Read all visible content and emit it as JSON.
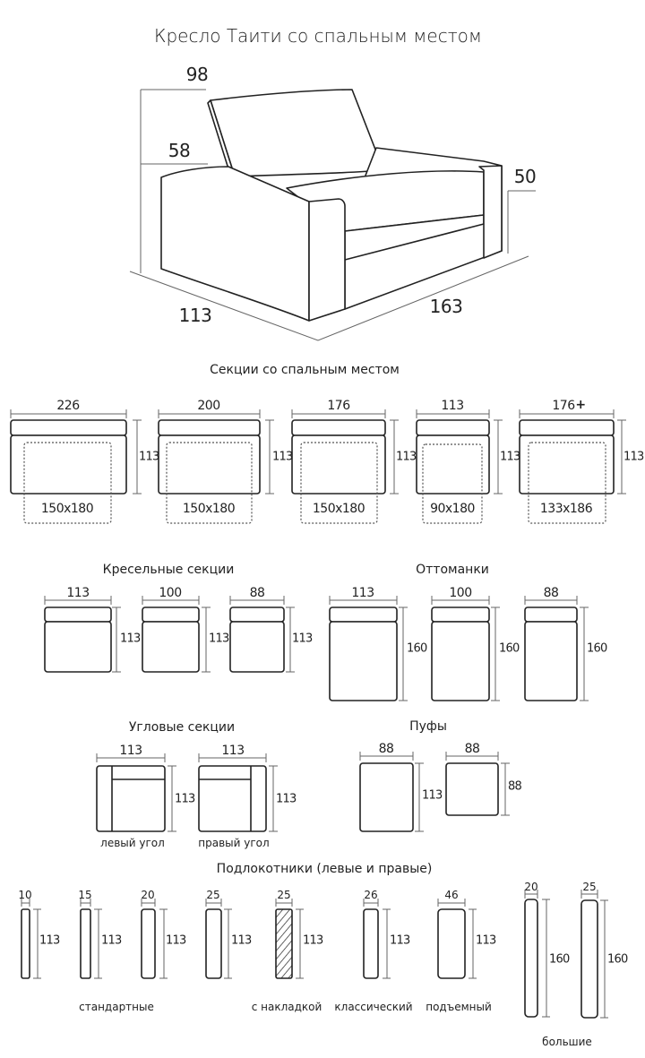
{
  "title": "Кресло Таити со спальным местом",
  "chair": {
    "total_height": "98",
    "seat_height": "58",
    "arm_height": "50",
    "depth": "113",
    "width": "163"
  },
  "sleeping_sections": {
    "title": "Секции со спальным местом",
    "items": [
      {
        "width": "226",
        "depth": "113",
        "berth": "150x180"
      },
      {
        "width": "200",
        "depth": "113",
        "berth": "150x180"
      },
      {
        "width": "176",
        "depth": "113",
        "berth": "150x180"
      },
      {
        "width": "113",
        "depth": "113",
        "berth": "90x180"
      },
      {
        "width": "176",
        "width_suffix": "+",
        "depth": "113",
        "berth": "133x186"
      }
    ]
  },
  "armchair_sections": {
    "title": "Кресельные секции",
    "items": [
      {
        "width": "113",
        "depth": "113"
      },
      {
        "width": "100",
        "depth": "113"
      },
      {
        "width": "88",
        "depth": "113"
      }
    ]
  },
  "ottomans": {
    "title": "Оттоманки",
    "items": [
      {
        "width": "113",
        "depth": "160"
      },
      {
        "width": "100",
        "depth": "160"
      },
      {
        "width": "88",
        "depth": "160"
      }
    ]
  },
  "corner_sections": {
    "title": "Угловые секции",
    "items": [
      {
        "width": "113",
        "depth": "113",
        "caption": "левый угол"
      },
      {
        "width": "113",
        "depth": "113",
        "caption": "правый угол"
      }
    ]
  },
  "poufs": {
    "title": "Пуфы",
    "items": [
      {
        "width": "88",
        "depth": "113"
      },
      {
        "width": "88",
        "depth": "88"
      }
    ]
  },
  "armrests": {
    "title": "Подлокотники (левые и правые)",
    "items": [
      {
        "width": "10",
        "length": "113"
      },
      {
        "width": "15",
        "length": "113"
      },
      {
        "width": "20",
        "length": "113"
      },
      {
        "width": "25",
        "length": "113"
      },
      {
        "width": "25",
        "length": "113"
      },
      {
        "width": "26",
        "length": "113"
      },
      {
        "width": "46",
        "length": "113"
      },
      {
        "width": "20",
        "length": "160"
      },
      {
        "width": "25",
        "length": "160"
      }
    ],
    "captions": {
      "standard": "стандартные",
      "overlay": "с накладкой",
      "classic": "классический",
      "lifting": "подъемный",
      "large": "большие"
    }
  }
}
